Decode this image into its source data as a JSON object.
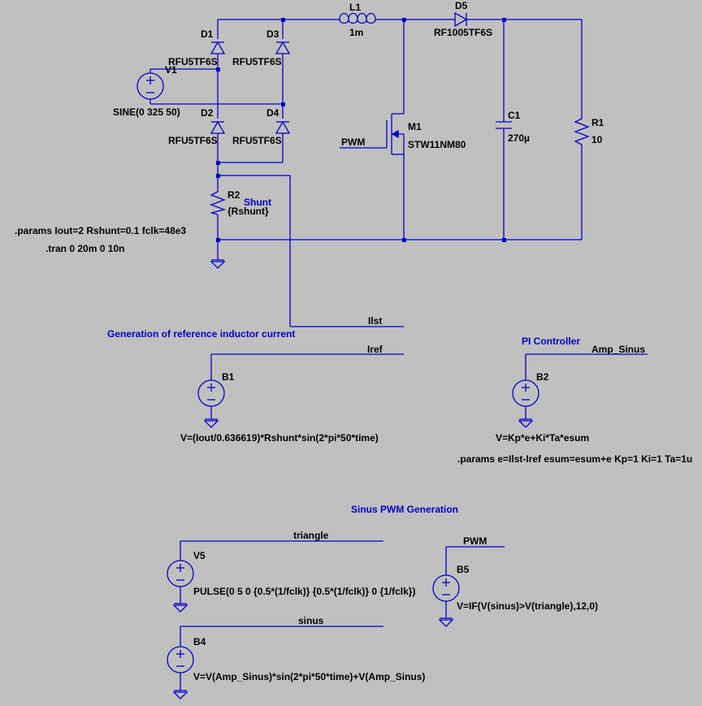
{
  "components": {
    "d1": {
      "name": "D1",
      "value": "RFU5TF6S"
    },
    "d2": {
      "name": "D2",
      "value": "RFU5TF6S"
    },
    "d3": {
      "name": "D3",
      "value": "RFU5TF6S"
    },
    "d4": {
      "name": "D4",
      "value": "RFU5TF6S"
    },
    "d5": {
      "name": "D5",
      "value": "RF1005TF6S"
    },
    "l1": {
      "name": "L1",
      "value": "1m"
    },
    "v1": {
      "name": "V1",
      "value": "SINE(0 325 50)"
    },
    "m1": {
      "name": "M1",
      "value": "STW11NM80"
    },
    "c1": {
      "name": "C1",
      "value": "270µ"
    },
    "r1": {
      "name": "R1",
      "value": "10"
    },
    "r2": {
      "name": "R2",
      "value": "{Rshunt}"
    },
    "b1": {
      "name": "B1",
      "value": "V=(Iout/0.636619)*Rshunt*sin(2*pi*50*time)"
    },
    "b2": {
      "name": "B2",
      "value": "V=Kp*e+Ki*Ta*esum"
    },
    "v5": {
      "name": "V5",
      "value": "PULSE(0 5 0 {0.5*(1/fclk)} {0.5*(1/fclk)} 0 {1/fclk})"
    },
    "b4": {
      "name": "B4",
      "value": "V=V(Amp_Sinus)*sin(2*pi*50*time)+V(Amp_Sinus)"
    },
    "b5": {
      "name": "B5",
      "value": "V=IF(V(sinus)>V(triangle),12,0)"
    }
  },
  "net_labels": {
    "pwm_gate": "PWM",
    "ilst": "Ilst",
    "iref": "Iref",
    "amp_sinus": "Amp_Sinus",
    "triangle": "triangle",
    "sinus": "sinus",
    "pwm_out": "PWM"
  },
  "comments": {
    "shunt": "Shunt",
    "ref_current": "Generation of reference inductor current",
    "pi_controller": "PI Controller",
    "sinus_pwm": "Sinus PWM Generation"
  },
  "directives": {
    "params1": ".params Iout=2 Rshunt=0.1 fclk=48e3",
    "tran": ".tran 0 20m 0 10n",
    "params2": ".params e=Ilst-Iref esum=esum+e Kp=1 Ki=1 Ta=1u"
  },
  "colors": {
    "background": "#c0c0c0",
    "wire": "#0000c8",
    "text": "#000000",
    "comment": "#0000c8"
  }
}
